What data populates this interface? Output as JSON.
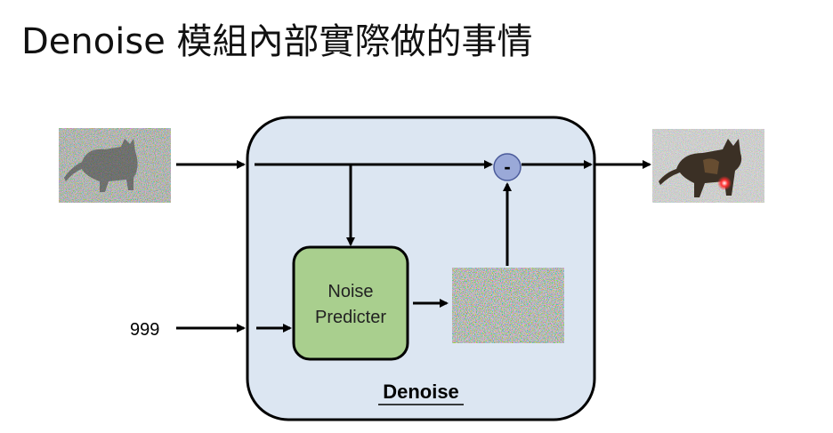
{
  "slide": {
    "title": "Denoise 模組內部實際做的事情"
  },
  "inputs": {
    "step": "999"
  },
  "module": {
    "label": "Denoise",
    "fill": "#dce6f2"
  },
  "predictor": {
    "line1": "Noise",
    "line2": "Predicter",
    "fill": "#a9cf8e"
  },
  "subtract": {
    "symbol": "-",
    "fill": "#9aa9d8"
  },
  "images": {
    "input": "noisy cat image",
    "noise": "predicted noise image",
    "output": "denoised cat image"
  }
}
